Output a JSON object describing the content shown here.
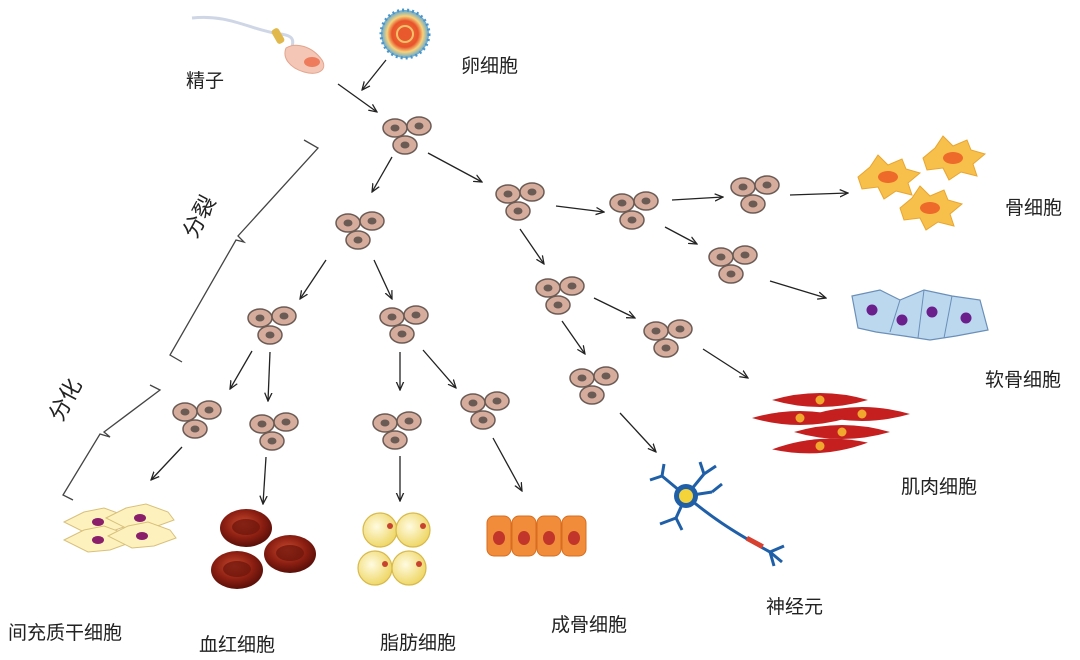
{
  "labels": {
    "sperm": "精子",
    "egg": "卵细胞",
    "division": "分裂",
    "differentiation": "分化",
    "bone_cell": "骨细胞",
    "cartilage_cell": "软骨细胞",
    "muscle_cell": "肌肉细胞",
    "neuron": "神经元",
    "osteoblast": "成骨细胞",
    "fat_cell": "脂肪细胞",
    "red_blood_cell": "血红细胞",
    "msc": "间充质干细胞"
  },
  "colors": {
    "cell_fill": "#d6ad9d",
    "cell_nucleus": "#6b5b55",
    "arrow": "#222222",
    "bone_cell": "#f6c04a",
    "bone_nucleus": "#ee6a2a",
    "cartilage": "#bcd8ef",
    "cartilage_nucleus": "#6a1f8c",
    "muscle": "#c51f1f",
    "muscle_nucleus": "#f1a62e",
    "neuron": "#1f5fa8",
    "neuron_soma": "#f3d23a",
    "osteoblast": "#f08c3a",
    "osteoblast_nucleus": "#c2352a",
    "fat": "#f5e79a",
    "fat_nucleus": "#c8432f",
    "rbc": "#8c1f12",
    "msc": "#fdf2be",
    "msc_nucleus": "#8b1e6a"
  }
}
